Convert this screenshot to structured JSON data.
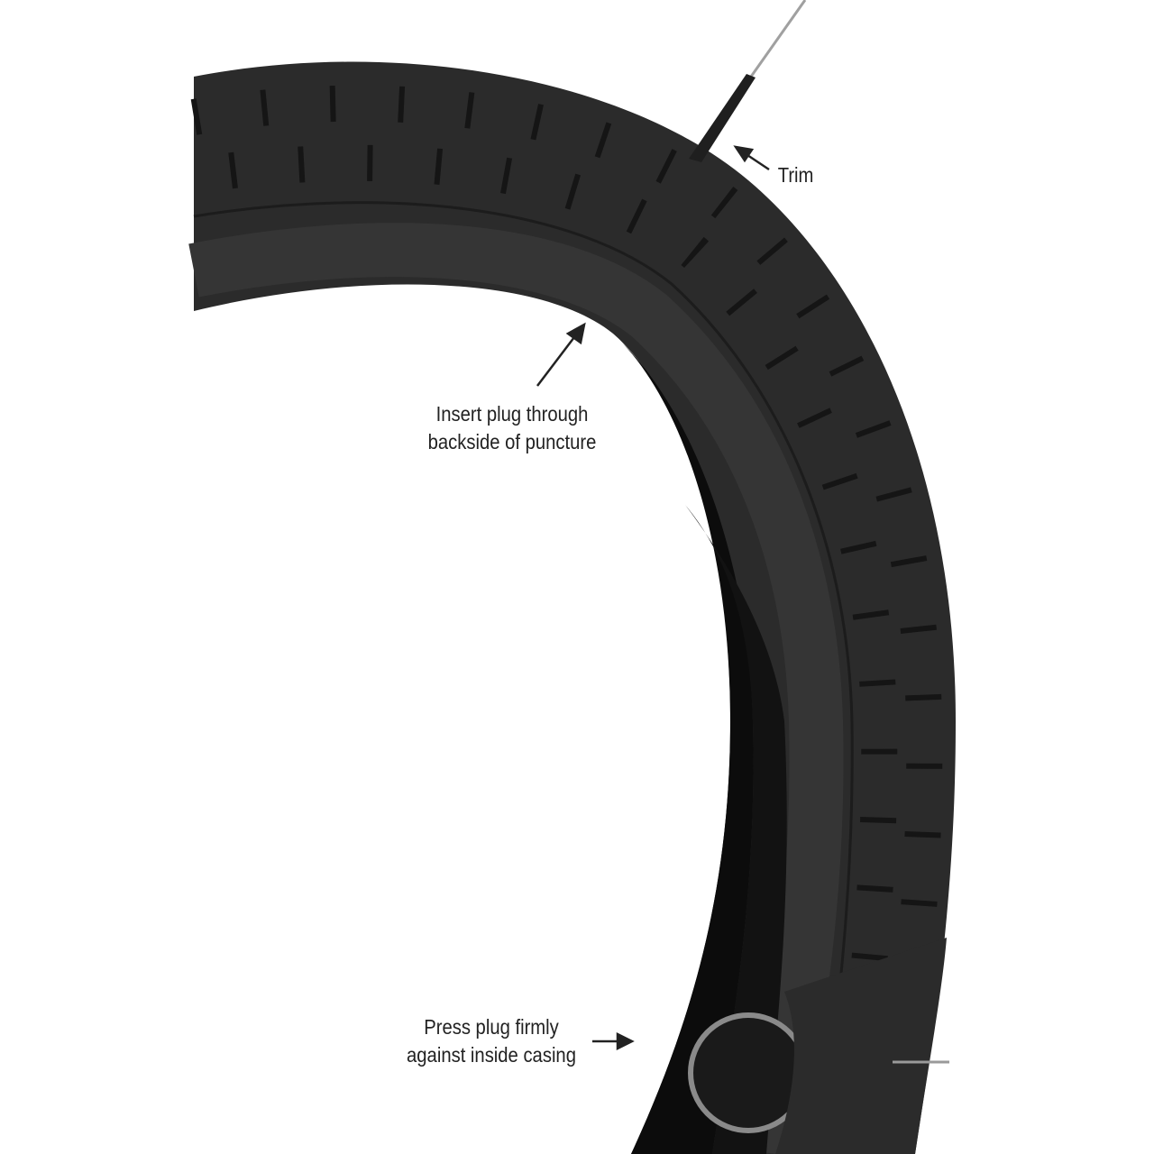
{
  "labels": {
    "trim": "Trim",
    "insert_line1": "Insert plug through",
    "insert_line2": "backside of puncture",
    "press_line1": "Press plug firmly",
    "press_line2": "against inside casing"
  },
  "colors": {
    "tire": "#2b2b2b",
    "tread_groove": "#141414",
    "inner_casing": "#0c0c0c",
    "plug_ring": "#8a8a8a",
    "wire": "#9a9a9a",
    "text": "#222222"
  },
  "icons": [
    "arrow-icon"
  ]
}
